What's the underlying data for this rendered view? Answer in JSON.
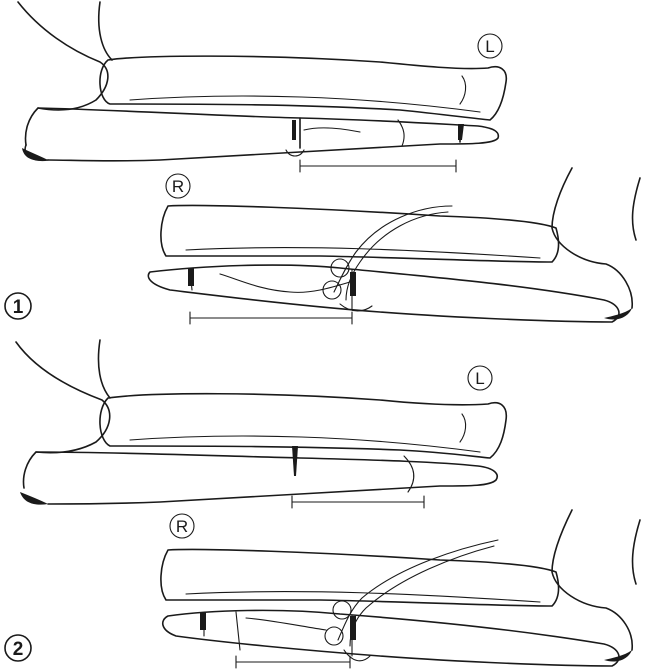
{
  "figure": {
    "panels": [
      {
        "step": "1",
        "top_side": "L",
        "bottom_side": "R"
      },
      {
        "step": "2",
        "top_side": "L",
        "bottom_side": "R"
      }
    ]
  },
  "colors": {
    "ink": "#1a1a1a",
    "background": "#ffffff"
  }
}
